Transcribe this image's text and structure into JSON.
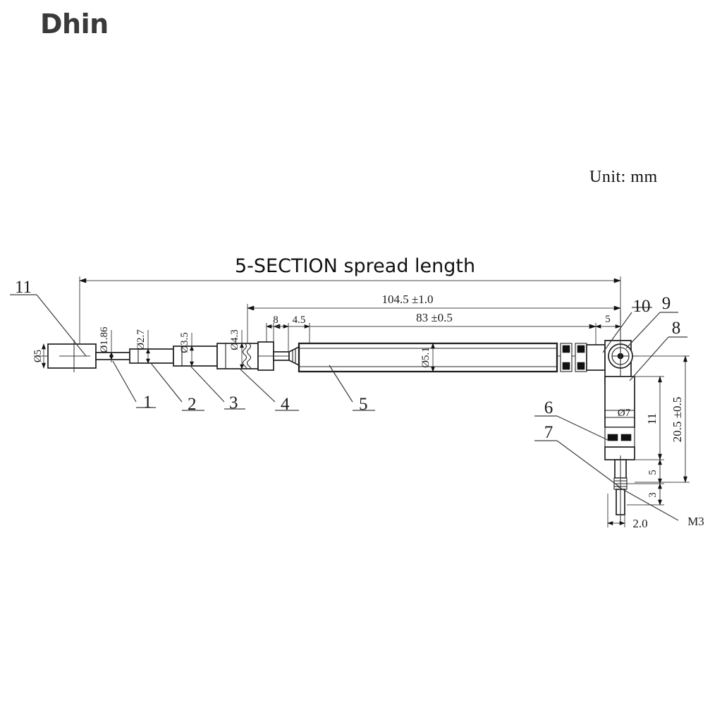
{
  "watermark": {
    "text": "Dhin"
  },
  "unit": {
    "label": "Unit: mm"
  },
  "title": {
    "text": "5-SECTION spread length"
  },
  "chart_data": {
    "type": "table",
    "title": "5-SECTION spread length",
    "subtitle": "Unit: mm",
    "drawing_kind": "mechanical-engineering-dimension-drawing",
    "subject": "5-section telescopic antenna with swivel elbow and M3 thread mount",
    "linear_dimensions": [
      {
        "label": "104.5 ±1.0",
        "nominal": 104.5,
        "tolerance": 1.0,
        "axis": "horizontal",
        "span": "section-2 start to pivot center"
      },
      {
        "label": "83 ±0.5",
        "nominal": 83,
        "tolerance": 0.5,
        "axis": "horizontal",
        "span": "collar to knurl end"
      },
      {
        "label": "8",
        "nominal": 8,
        "tolerance": null,
        "axis": "horizontal",
        "span": "collar width"
      },
      {
        "label": "4.5",
        "nominal": 4.5,
        "tolerance": null,
        "axis": "horizontal",
        "span": "taper length"
      },
      {
        "label": "5",
        "nominal": 5,
        "tolerance": null,
        "axis": "horizontal",
        "span": "knurl end to pivot center"
      },
      {
        "label": "20.5 ±0.5",
        "nominal": 20.5,
        "tolerance": 0.5,
        "axis": "vertical",
        "span": "pivot center to thread base"
      },
      {
        "label": "11",
        "nominal": 11,
        "tolerance": null,
        "axis": "vertical",
        "span": "elbow body height"
      },
      {
        "label": "5",
        "nominal": 5,
        "tolerance": null,
        "axis": "vertical",
        "span": "stem above thread"
      },
      {
        "label": "3",
        "nominal": 3,
        "tolerance": null,
        "axis": "vertical",
        "span": "thread length"
      },
      {
        "label": "2.0",
        "nominal": 2.0,
        "tolerance": null,
        "axis": "horizontal",
        "span": "stem offset"
      }
    ],
    "diameters": [
      {
        "label": "Ø5",
        "value": 5,
        "feature": "end cap"
      },
      {
        "label": "Ø1.86",
        "value": 1.86,
        "feature": "section 1 tip rod"
      },
      {
        "label": "Ø2.7",
        "value": 2.7,
        "feature": "section 2"
      },
      {
        "label": "Ø3.5",
        "value": 3.5,
        "feature": "section 3"
      },
      {
        "label": "Ø4.3",
        "value": 4.3,
        "feature": "section 4"
      },
      {
        "label": "Ø5.1",
        "value": 5.1,
        "feature": "section 5 main body"
      },
      {
        "label": "Ø7",
        "value": 7,
        "feature": "elbow housing"
      }
    ],
    "thread_callouts": [
      {
        "label": "M3",
        "type": "metric-thread",
        "size": 3
      }
    ],
    "item_callouts": [
      {
        "number": "1",
        "points_to": "section 1 rod"
      },
      {
        "number": "2",
        "points_to": "section 2 rod"
      },
      {
        "number": "3",
        "points_to": "section 3 rod"
      },
      {
        "number": "4",
        "points_to": "section 4 rod"
      },
      {
        "number": "5",
        "points_to": "section 5 main tube"
      },
      {
        "number": "6",
        "points_to": "elbow knurled band"
      },
      {
        "number": "7",
        "points_to": "threaded stem"
      },
      {
        "number": "8",
        "points_to": "elbow housing"
      },
      {
        "number": "9",
        "points_to": "pivot screw"
      },
      {
        "number": "10",
        "points_to": "pivot shoulder"
      },
      {
        "number": "11",
        "points_to": "end cap tip"
      }
    ]
  },
  "labels": {
    "d5": "Ø5",
    "d186": "Ø1.86",
    "d27": "Ø2.7",
    "d35": "Ø3.5",
    "d43": "Ø4.3",
    "d51": "Ø5.1",
    "d7": "Ø7",
    "len_total": "104.5 ±1.0",
    "len_83": "83 ±0.5",
    "len_8": "8",
    "len_45": "4.5",
    "len_5": "5",
    "v_205": "20.5 ±0.5",
    "v_11": "11",
    "v_5": "5",
    "v_3": "3",
    "h_20": "2.0",
    "m3": "M3",
    "c1": "1",
    "c2": "2",
    "c3": "3",
    "c4": "4",
    "c5": "5",
    "c6": "6",
    "c7": "7",
    "c8": "8",
    "c9": "9",
    "c10": "10",
    "c11": "11"
  }
}
